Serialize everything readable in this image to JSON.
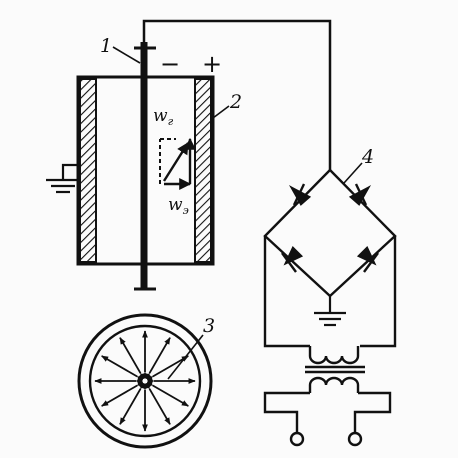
{
  "labels": {
    "part_1": "1",
    "part_2": "2",
    "part_3": "3",
    "part_4": "4",
    "minus_sign": "−",
    "plus_sign": "+",
    "vector_wr_main": "w",
    "vector_wr_sub": "г",
    "vector_we_main": "w",
    "vector_we_sub": "э"
  },
  "colors": {
    "ink": "#111111",
    "paper": "#fbfbfb"
  }
}
